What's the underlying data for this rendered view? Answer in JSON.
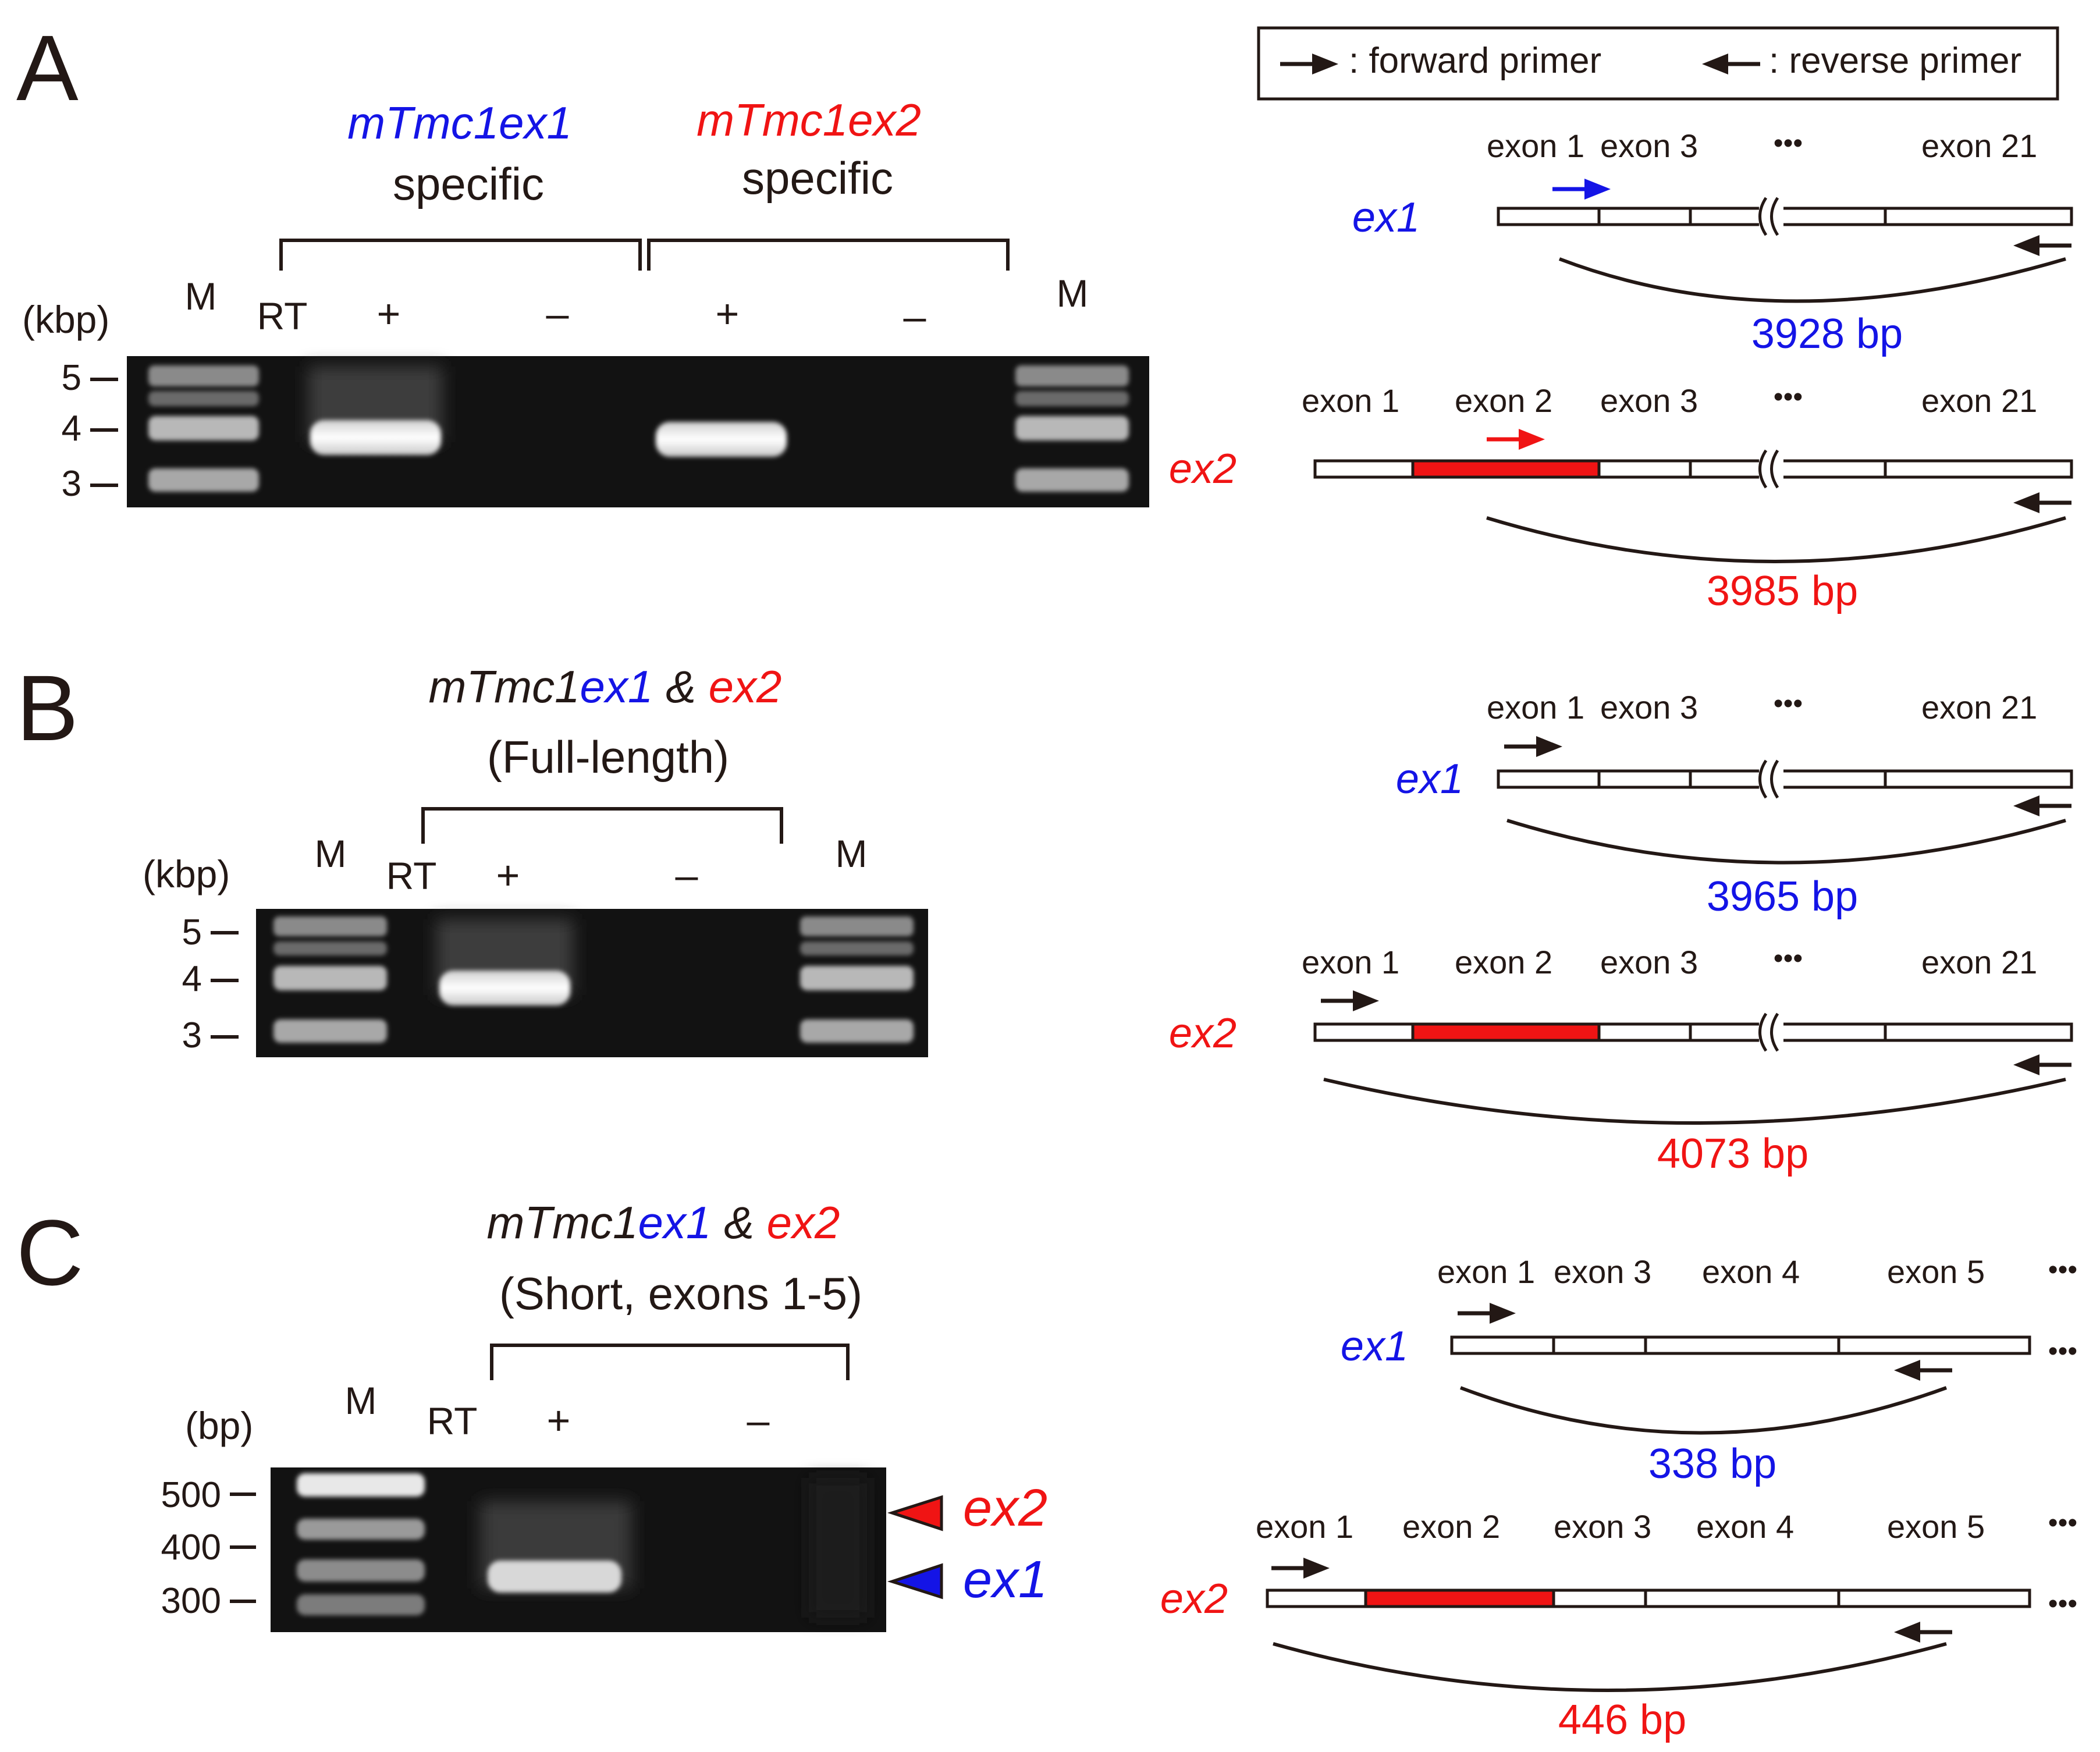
{
  "colors": {
    "text": "#231815",
    "ex1": "#1414e6",
    "ex2": "#f01414",
    "exon2_fill": "#f01414",
    "gel_bg": "#121212"
  },
  "legend": {
    "forward": ": forward primer",
    "reverse": ": reverse primer"
  },
  "panels": {
    "A": {
      "letter": "A",
      "title_ex1": "mTmc1ex1",
      "title_ex1_sub": "specific",
      "title_ex2": "mTmc1ex2",
      "title_ex2_sub": "specific",
      "unit": "(kbp)",
      "lane_marker": "M",
      "rt": "RT",
      "plus": "+",
      "minus": "–",
      "ticks": [
        "5",
        "4",
        "3"
      ],
      "ex1_label": "ex1",
      "ex2_label": "ex2",
      "exon_labels_ex1": [
        "exon 1",
        "exon 3",
        "exon 21"
      ],
      "exon_labels_ex2": [
        "exon 1",
        "exon 2",
        "exon 3",
        "exon 21"
      ],
      "dots": "•••",
      "size_ex1": "3928 bp",
      "size_ex2": "3985 bp"
    },
    "B": {
      "letter": "B",
      "title_a": "mTmc1",
      "title_b": "ex1",
      "title_c": " & ",
      "title_d": "ex2",
      "subtitle": "(Full-length)",
      "unit": "(kbp)",
      "lane_marker": "M",
      "rt": "RT",
      "plus": "+",
      "minus": "–",
      "ticks": [
        "5",
        "4",
        "3"
      ],
      "ex1_label": "ex1",
      "ex2_label": "ex2",
      "exon_labels_ex1": [
        "exon 1",
        "exon 3",
        "exon 21"
      ],
      "exon_labels_ex2": [
        "exon 1",
        "exon 2",
        "exon 3",
        "exon 21"
      ],
      "dots": "•••",
      "size_ex1": "3965 bp",
      "size_ex2": "4073 bp"
    },
    "C": {
      "letter": "C",
      "title_a": "mTmc1",
      "title_b": "ex1",
      "title_c": " & ",
      "title_d": "ex2",
      "subtitle": "(Short, exons 1-5)",
      "unit": "(bp)",
      "lane_marker": "M",
      "rt": "RT",
      "plus": "+",
      "minus": "–",
      "ticks": [
        "500",
        "400",
        "300"
      ],
      "arrow_ex2": "ex2",
      "arrow_ex1": "ex1",
      "ex1_label": "ex1",
      "ex2_label": "ex2",
      "exon_labels_ex1": [
        "exon 1",
        "exon 3",
        "exon 4",
        "exon 5"
      ],
      "exon_labels_ex2": [
        "exon 1",
        "exon 2",
        "exon 3",
        "exon 4",
        "exon 5"
      ],
      "dots": "•••",
      "size_ex1": "338 bp",
      "size_ex2": "446 bp"
    }
  }
}
